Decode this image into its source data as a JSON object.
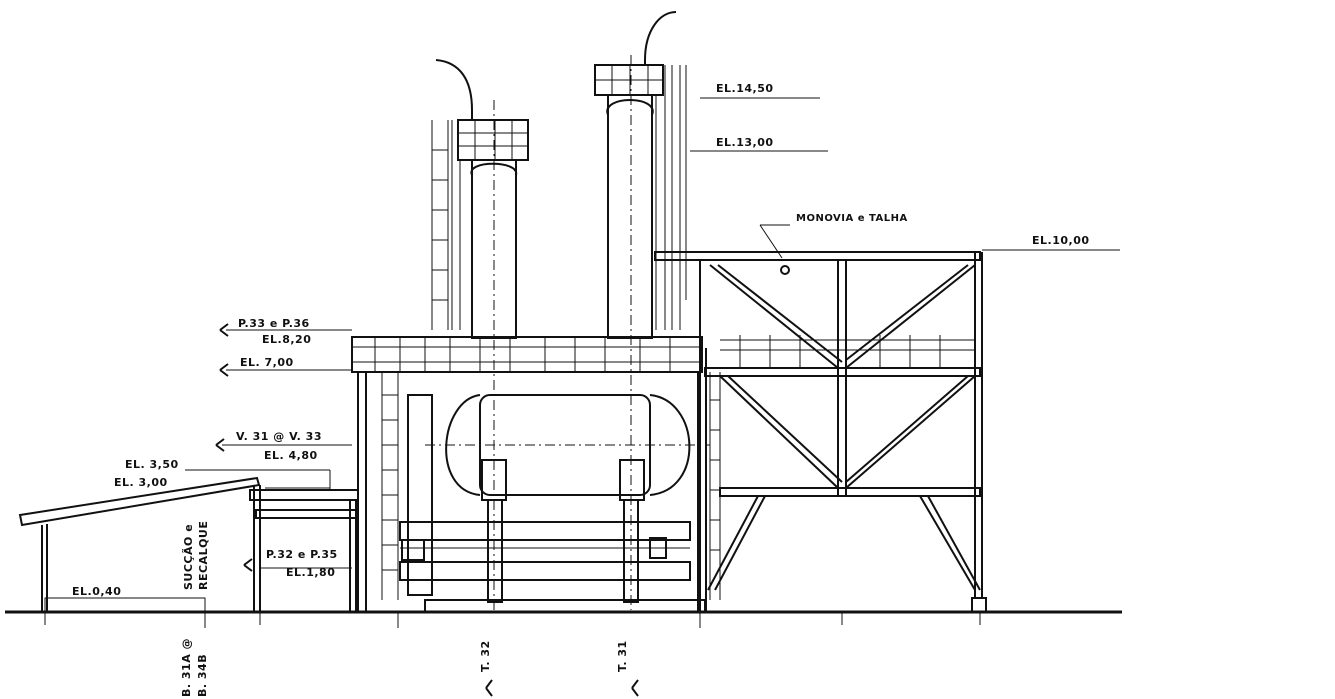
{
  "labels": {
    "el_1450": "EL.14,50",
    "el_1300": "EL.13,00",
    "el_1000": "EL.10,00",
    "monovia": "MONOVIA e TALHA",
    "p33_p36": "P.33 e P.36",
    "el_820": "EL.8,20",
    "el_700": "EL. 7,00",
    "v31_v33": "V. 31 @ V. 33",
    "el_480": "EL. 4,80",
    "el_350": "EL. 3,50",
    "el_300": "EL. 3,00",
    "succao": "SUCÇÃO e",
    "recalque": "RECALQUE",
    "p32_p35": "P.32 e P.35",
    "el_180": "EL.1,80",
    "el_040": "EL.0,40",
    "b31a": "B. 31A @",
    "b34b": "B. 34B",
    "t32": "T. 32",
    "t31": "T. 31"
  }
}
